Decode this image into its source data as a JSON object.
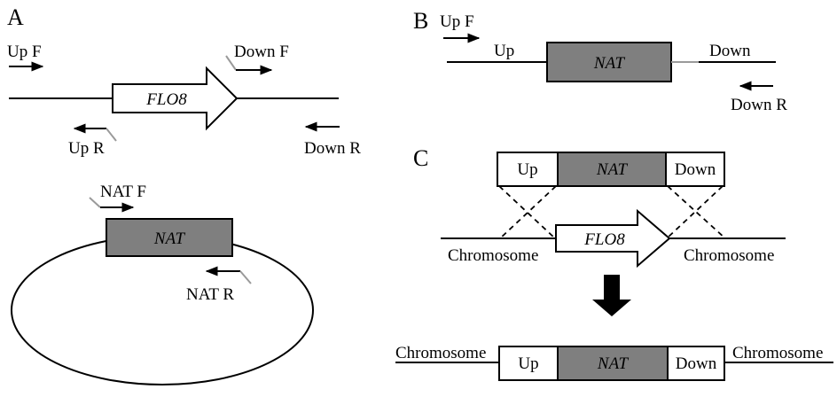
{
  "panels": {
    "a": "A",
    "b": "B",
    "c": "C"
  },
  "panel_a": {
    "up_f": "Up F",
    "down_f": "Down F",
    "gene": "FLO8",
    "up_r": "Up R",
    "down_r": "Down R",
    "nat_f": "NAT F",
    "marker": "NAT",
    "nat_r": "NAT R"
  },
  "panel_b": {
    "up_f": "Up F",
    "up": "Up",
    "marker": "NAT",
    "down": "Down",
    "down_r": "Down R"
  },
  "panel_c": {
    "cassette_up": "Up",
    "cassette_marker": "NAT",
    "cassette_down": "Down",
    "gene": "FLO8",
    "chromosome_left": "Chromosome",
    "chromosome_right": "Chromosome",
    "result_chromosome_left": "Chromosome",
    "result_up": "Up",
    "result_marker": "NAT",
    "result_down": "Down",
    "result_chromosome_right": "Chromosome"
  },
  "colors": {
    "marker_fill": "#7f7f7f",
    "line": "#000000",
    "primer_tail": "#9a9a9a",
    "gene_fill": "#ffffff"
  }
}
